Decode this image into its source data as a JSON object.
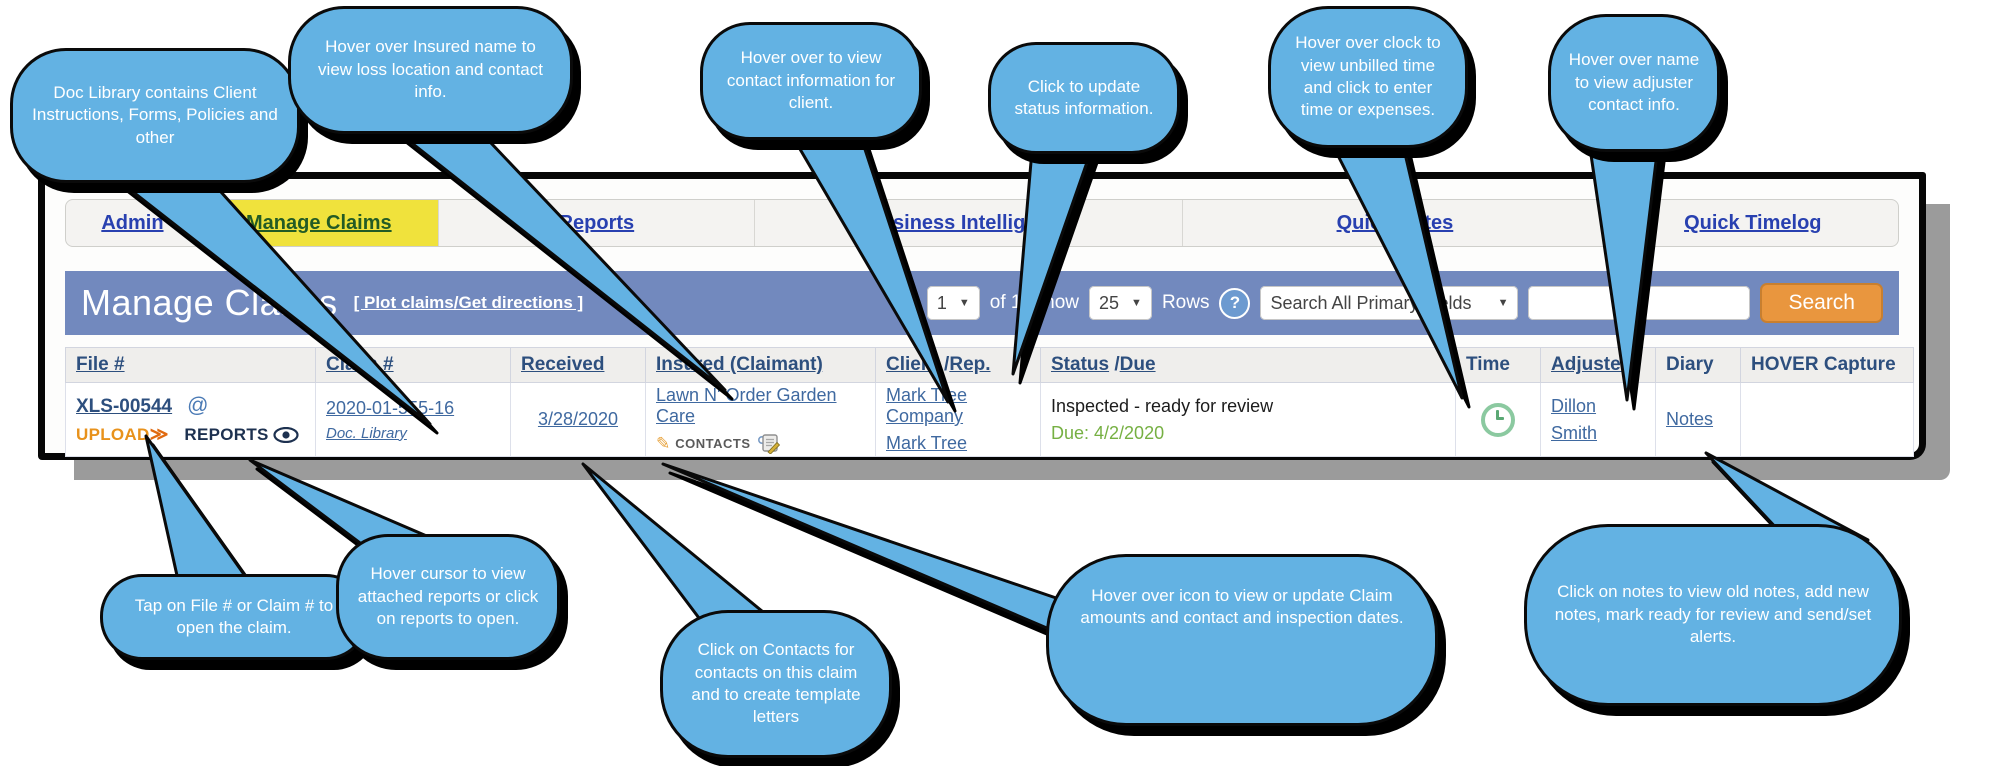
{
  "callouts": [
    {
      "text": "Doc Library contains Client Instructions, Forms, Policies and other"
    },
    {
      "text": "Hover over Insured name to view loss location and contact info."
    },
    {
      "text": "Hover over to view contact information for client."
    },
    {
      "text": "Click to update status information."
    },
    {
      "text": "Hover over clock to view unbilled time and click to enter time or expenses."
    },
    {
      "text": "Hover over name to view adjuster contact info."
    },
    {
      "text": "Tap on File # or Claim # to open the claim."
    },
    {
      "text": "Hover cursor to view attached reports or click on reports to open."
    },
    {
      "text": "Click on Contacts for contacts on this claim and to create template letters"
    },
    {
      "text": "Hover over icon to view or update Claim amounts and contact and inspection dates."
    },
    {
      "text": "Click on notes to view old notes, add new notes, mark ready for review and send/set alerts."
    }
  ],
  "nav": {
    "tabs": [
      {
        "label": "Admin"
      },
      {
        "label": "Manage Claims"
      },
      {
        "label": "Reports"
      },
      {
        "label": "Business Intelligence"
      },
      {
        "label": "Quick Notes"
      },
      {
        "label": "Quick Timelog"
      }
    ]
  },
  "toolbar": {
    "title": "Manage Claims",
    "plot_link": "[ Plot claims/Get directions ]",
    "page_value": "1",
    "of_label": "of 1",
    "show_label": "Show",
    "rows_value": "25",
    "rows_label": "Rows",
    "help_glyph": "?",
    "search_field_value": "Search All Primary Fields",
    "search_input_value": "",
    "search_button_label": "Search"
  },
  "table": {
    "headers": {
      "file": "File #",
      "claim": "Claim #",
      "received": "Received",
      "insured": "Insured (Claimant)",
      "client_a": "Client",
      "client_sep": " /",
      "client_b": "Rep.",
      "status_a": "Status",
      "status_sep": " /",
      "status_b": "Due",
      "time": "Time",
      "adjuster": "Adjuster",
      "diary": "Diary",
      "hover": "HOVER Capture"
    },
    "row": {
      "file_number": "XLS-00544",
      "at_glyph": "@",
      "upload_label": "UPLOAD",
      "upload_arrow": "≫",
      "reports_label": "REPORTS",
      "claim_number": "2020-01-555-16",
      "doc_library_label": "Doc. Library",
      "received_date": "3/28/2020",
      "insured_name": "Lawn N' Order Garden Care",
      "contacts_label": "CONTACTS",
      "client_company": "Mark Tree Company",
      "client_rep": "Mark Tree",
      "status_text": "Inspected - ready for review",
      "due_label": "Due: 4/2/2020",
      "adjuster_first": "Dillon",
      "adjuster_last": "Smith",
      "diary_link": "Notes"
    }
  },
  "icons": {
    "pencil": "✎",
    "dropdown_arrow": "▼"
  },
  "colors": {
    "bubble_blue": "#63b2e3",
    "bar_blue": "#7289be",
    "highlight_yellow": "#f0e23c",
    "accent_orange": "#e8921c",
    "button_orange": "#e9963e",
    "due_green": "#76b043",
    "header_navy": "#2d4f7e",
    "nav_link_blue": "#2840b0",
    "row_link_blue": "#3f69a0",
    "clock_green": "#8bc9a0"
  }
}
